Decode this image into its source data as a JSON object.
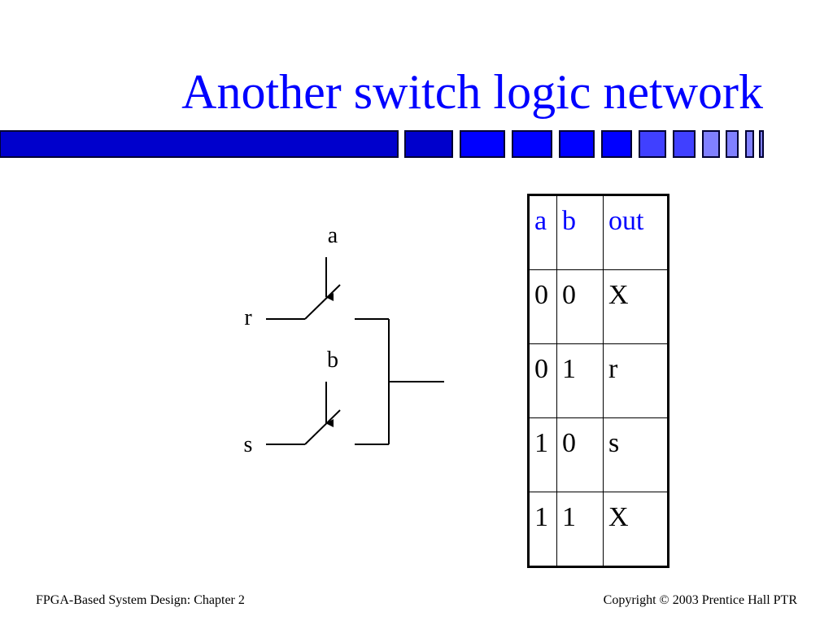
{
  "slide": {
    "title": "Another switch logic network"
  },
  "decoration": {
    "bar_colors": [
      "#0000cc",
      "#0000ff",
      "#4040ff",
      "#8080ff"
    ]
  },
  "circuit": {
    "control_labels": [
      "a",
      "b"
    ],
    "input_labels": [
      "r",
      "s"
    ]
  },
  "truth_table": {
    "headers": [
      "a",
      "b",
      "out"
    ],
    "rows": [
      [
        "0",
        "0",
        "X"
      ],
      [
        "0",
        "1",
        "r"
      ],
      [
        "1",
        "0",
        "s"
      ],
      [
        "1",
        "1",
        "X"
      ]
    ]
  },
  "footer": {
    "left": "FPGA-Based System Design: Chapter 2",
    "right": "Copyright © 2003 Prentice Hall PTR"
  }
}
